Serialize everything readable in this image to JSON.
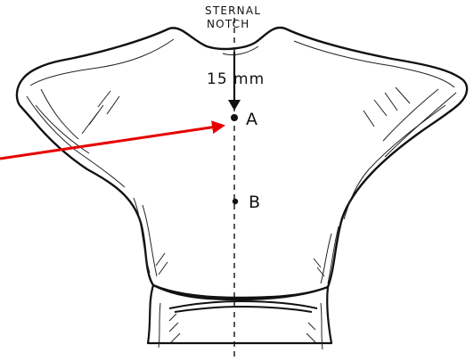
{
  "diagram": {
    "title_line1": "STERNAL",
    "title_line2": "NOTCH",
    "measurement": "15 mm",
    "point_a": "A",
    "point_b": "B"
  },
  "colors": {
    "outline": "#111111",
    "arrow": "#e60000",
    "background": "#ffffff"
  }
}
